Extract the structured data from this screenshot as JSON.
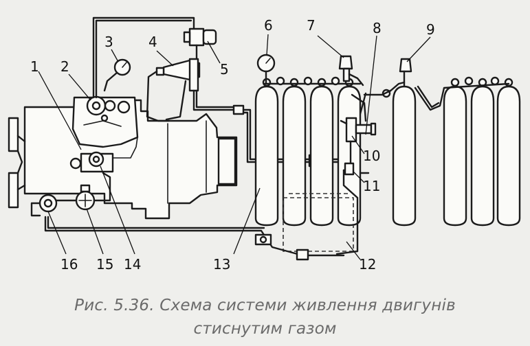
{
  "caption": {
    "line1": "Рис. 5.36. Схема системи живлення двигунів",
    "line2": "стиснутим газом"
  },
  "callouts": [
    "1",
    "2",
    "3",
    "4",
    "5",
    "6",
    "7",
    "8",
    "9",
    "10",
    "11",
    "12",
    "13",
    "14",
    "15",
    "16"
  ]
}
